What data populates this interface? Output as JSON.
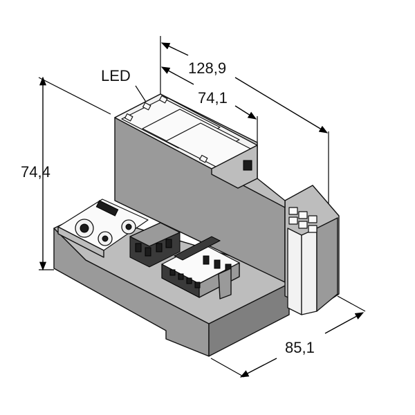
{
  "labels": {
    "led": "LED",
    "dim_overall_length": "128,9",
    "dim_module_length": "74,1",
    "dim_height": "74,4",
    "dim_depth": "85,1"
  }
}
